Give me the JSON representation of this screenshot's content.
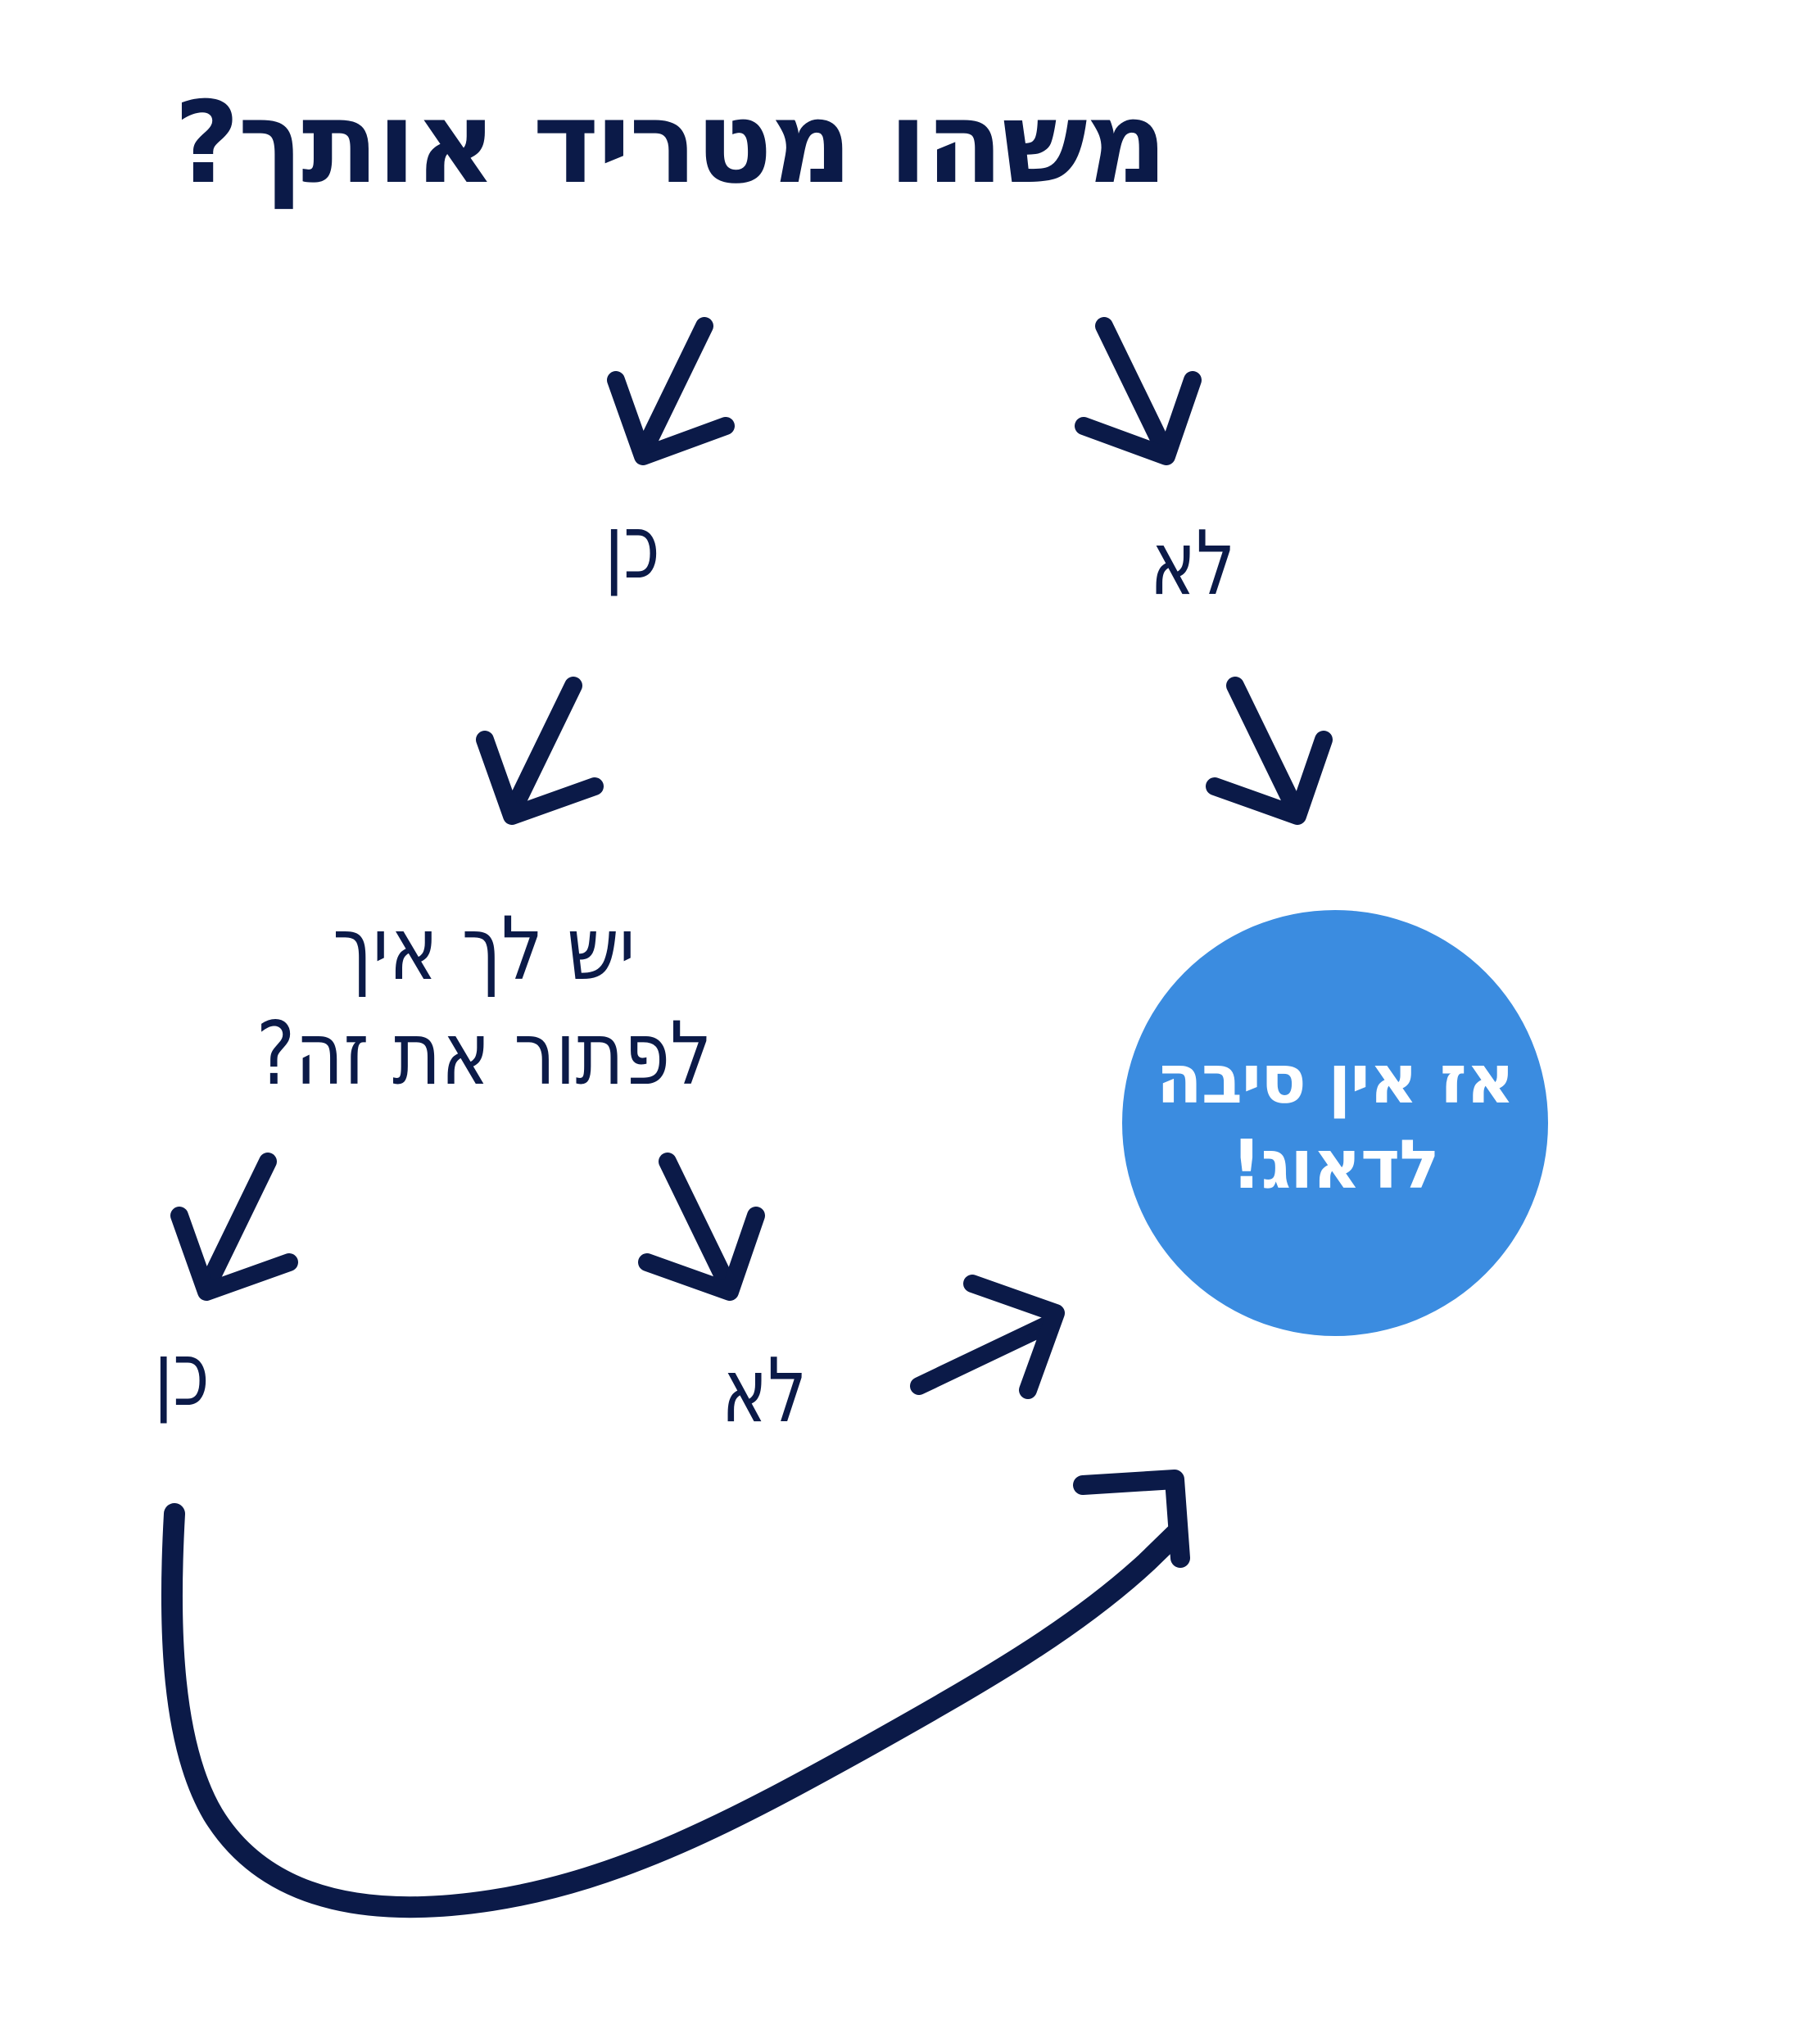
{
  "title": "משהו מטריד אותך?",
  "branch_left": {
    "answer": "כן",
    "question_line1": "יש לך איך",
    "question_line2": "לפתור את זה?",
    "sub_yes": "כן",
    "sub_no": "לא"
  },
  "branch_right": {
    "answer": "לא"
  },
  "conclusion": {
    "line1": "אז אין סיבה",
    "line2": "לדאוג!"
  },
  "colors": {
    "ink": "#0b1a48",
    "circle": "#3b8ce0",
    "background": "#ffffff"
  },
  "icons": [
    "arrow-down-left-icon",
    "arrow-down-right-icon",
    "curved-arrow-icon"
  ]
}
